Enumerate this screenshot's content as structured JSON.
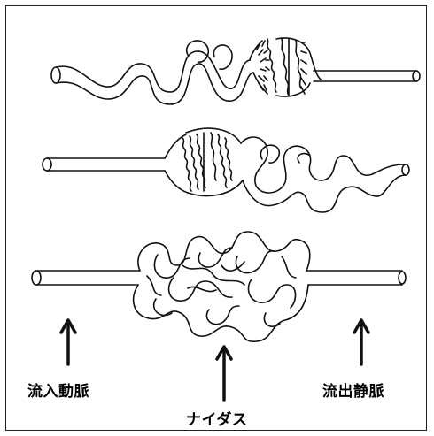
{
  "labels": {
    "inflow_artery": "流入動脈",
    "nidus": "ナイダス",
    "outflow_vein": "流出静脈"
  },
  "colors": {
    "stroke": "#111111",
    "background": "#ffffff"
  }
}
